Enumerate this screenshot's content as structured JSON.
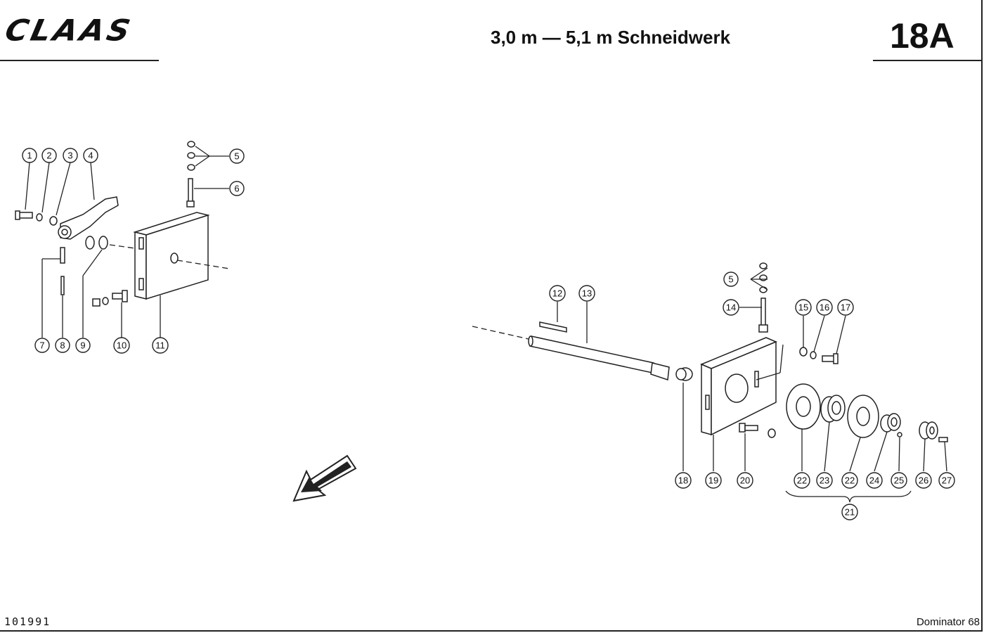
{
  "header": {
    "logo": "CLAAS",
    "title": "3,0 m — 5,1 m Schneidwerk",
    "page_number": "18A"
  },
  "footer": {
    "document_number": "101991",
    "model": "Dominator 68"
  },
  "callouts": {
    "left_group": [
      "1",
      "2",
      "3",
      "4",
      "5",
      "6",
      "7",
      "8",
      "9",
      "10",
      "11"
    ],
    "right_group": [
      "5",
      "12",
      "13",
      "14",
      "15",
      "16",
      "17",
      "18",
      "19",
      "20",
      "21",
      "22",
      "23",
      "22",
      "24",
      "25",
      "26",
      "27"
    ]
  }
}
